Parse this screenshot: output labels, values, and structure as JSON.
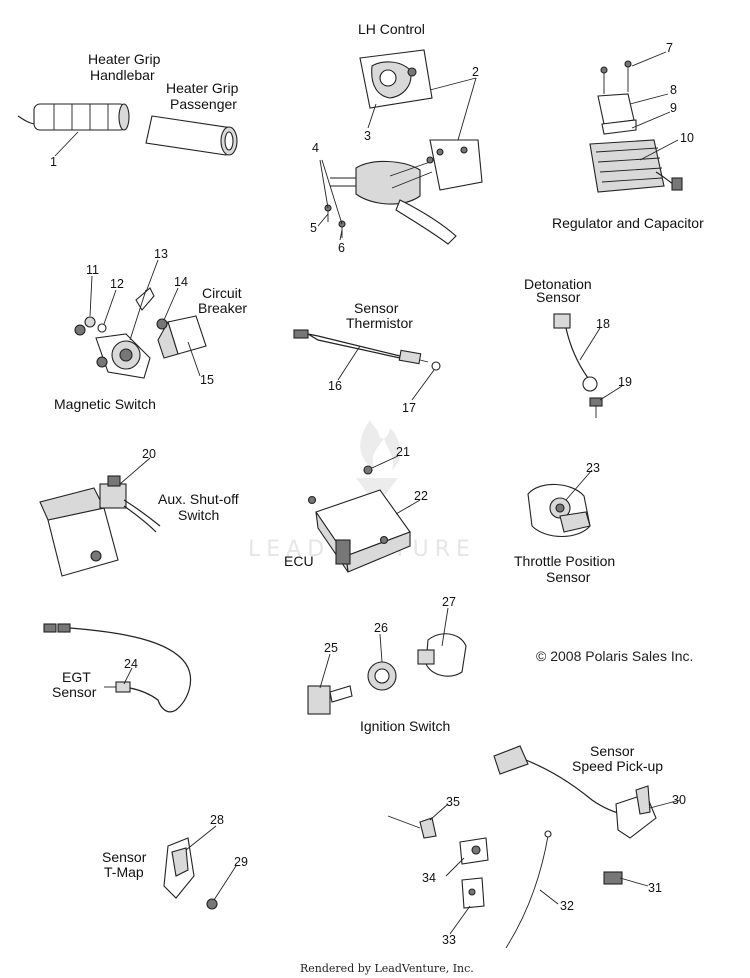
{
  "labels": {
    "heater_grip_handlebar_1": "Heater Grip",
    "heater_grip_handlebar_2": "Handlebar",
    "heater_grip_passenger_1": "Heater Grip",
    "heater_grip_passenger_2": "Passenger",
    "lh_control": "LH Control",
    "regulator_capacitor": "Regulator and Capacitor",
    "circuit_breaker_1": "Circuit",
    "circuit_breaker_2": "Breaker",
    "magnetic_switch": "Magnetic Switch",
    "sensor_thermistor_1": "Sensor",
    "sensor_thermistor_2": "Thermistor",
    "detonation_sensor_1": "Detonation",
    "detonation_sensor_2": "Sensor",
    "aux_shutoff_1": "Aux. Shut-off",
    "aux_shutoff_2": "Switch",
    "ecu": "ECU",
    "throttle_position_1": "Throttle Position",
    "throttle_position_2": "Sensor",
    "egt_sensor_1": "EGT",
    "egt_sensor_2": "Sensor",
    "ignition_switch": "Ignition Switch",
    "speed_pickup_1": "Sensor",
    "speed_pickup_2": "Speed Pick-up",
    "tmap_1": "Sensor",
    "tmap_2": "T-Map"
  },
  "copyright": "© 2008 Polaris Sales Inc.",
  "footer": "Rendered by LeadVenture, Inc.",
  "watermark": "LEADVENTURE",
  "callouts": {
    "n1": "1",
    "n2": "2",
    "n3": "3",
    "n4": "4",
    "n5": "5",
    "n6": "6",
    "n7": "7",
    "n8": "8",
    "n9": "9",
    "n10": "10",
    "n11": "11",
    "n12": "12",
    "n13": "13",
    "n14": "14",
    "n15": "15",
    "n16": "16",
    "n17": "17",
    "n18": "18",
    "n19": "19",
    "n20": "20",
    "n21": "21",
    "n22": "22",
    "n23": "23",
    "n24": "24",
    "n25": "25",
    "n26": "26",
    "n27": "27",
    "n28": "28",
    "n29": "29",
    "n30": "30",
    "n31": "31",
    "n32": "32",
    "n33": "33",
    "n34": "34",
    "n35": "35"
  }
}
